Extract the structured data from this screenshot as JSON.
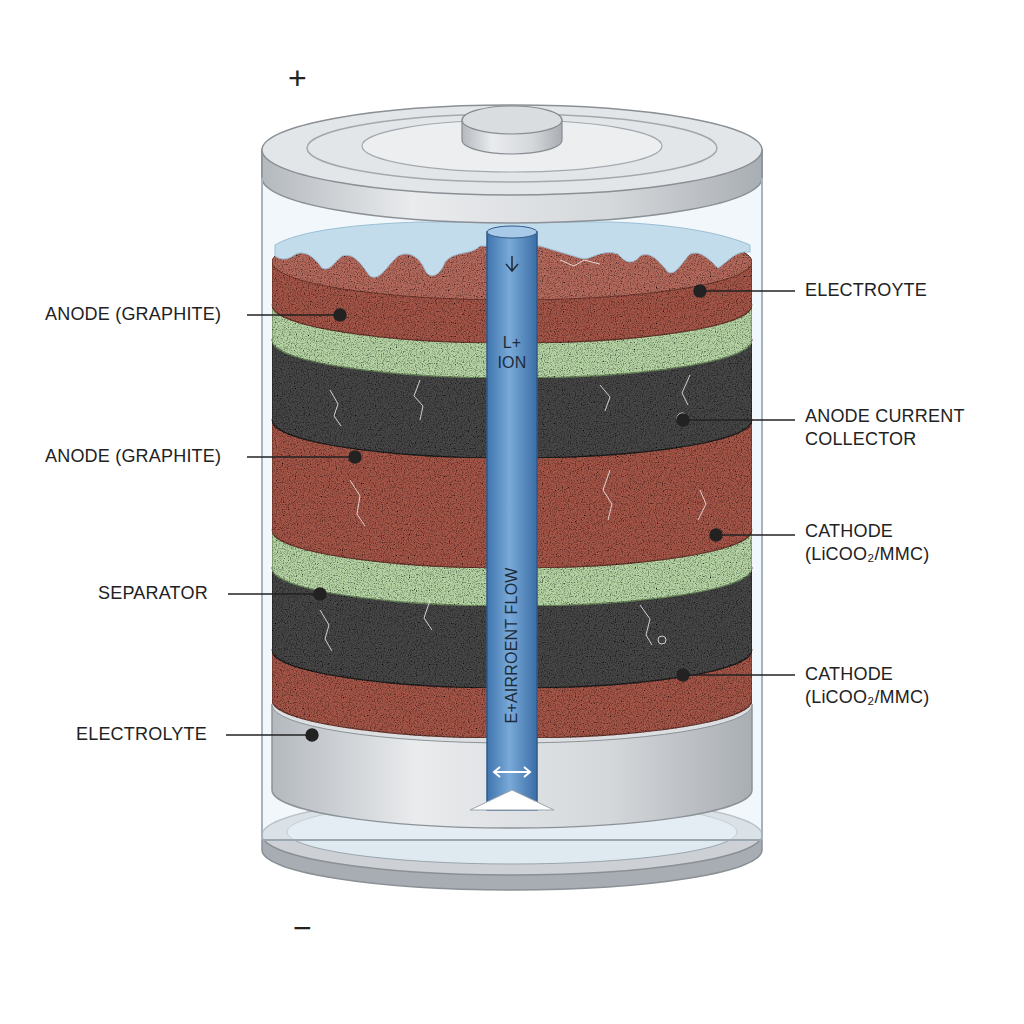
{
  "diagram": {
    "labels": [
      "+",
      "ANODE (GRAPHITE)",
      "ANODE (GRAPHITE)",
      "SEPARATOR",
      "ELECTROLYTE",
      "ELECTROYTE",
      "L+ ION",
      "ANODE CURRENT COLLECTOR",
      "CATHODE (LiCOO₂/MMC)",
      "CATHODE (LiCOO₂/MMC)",
      "E+AIRROENT FLOW",
      "−"
    ]
  }
}
